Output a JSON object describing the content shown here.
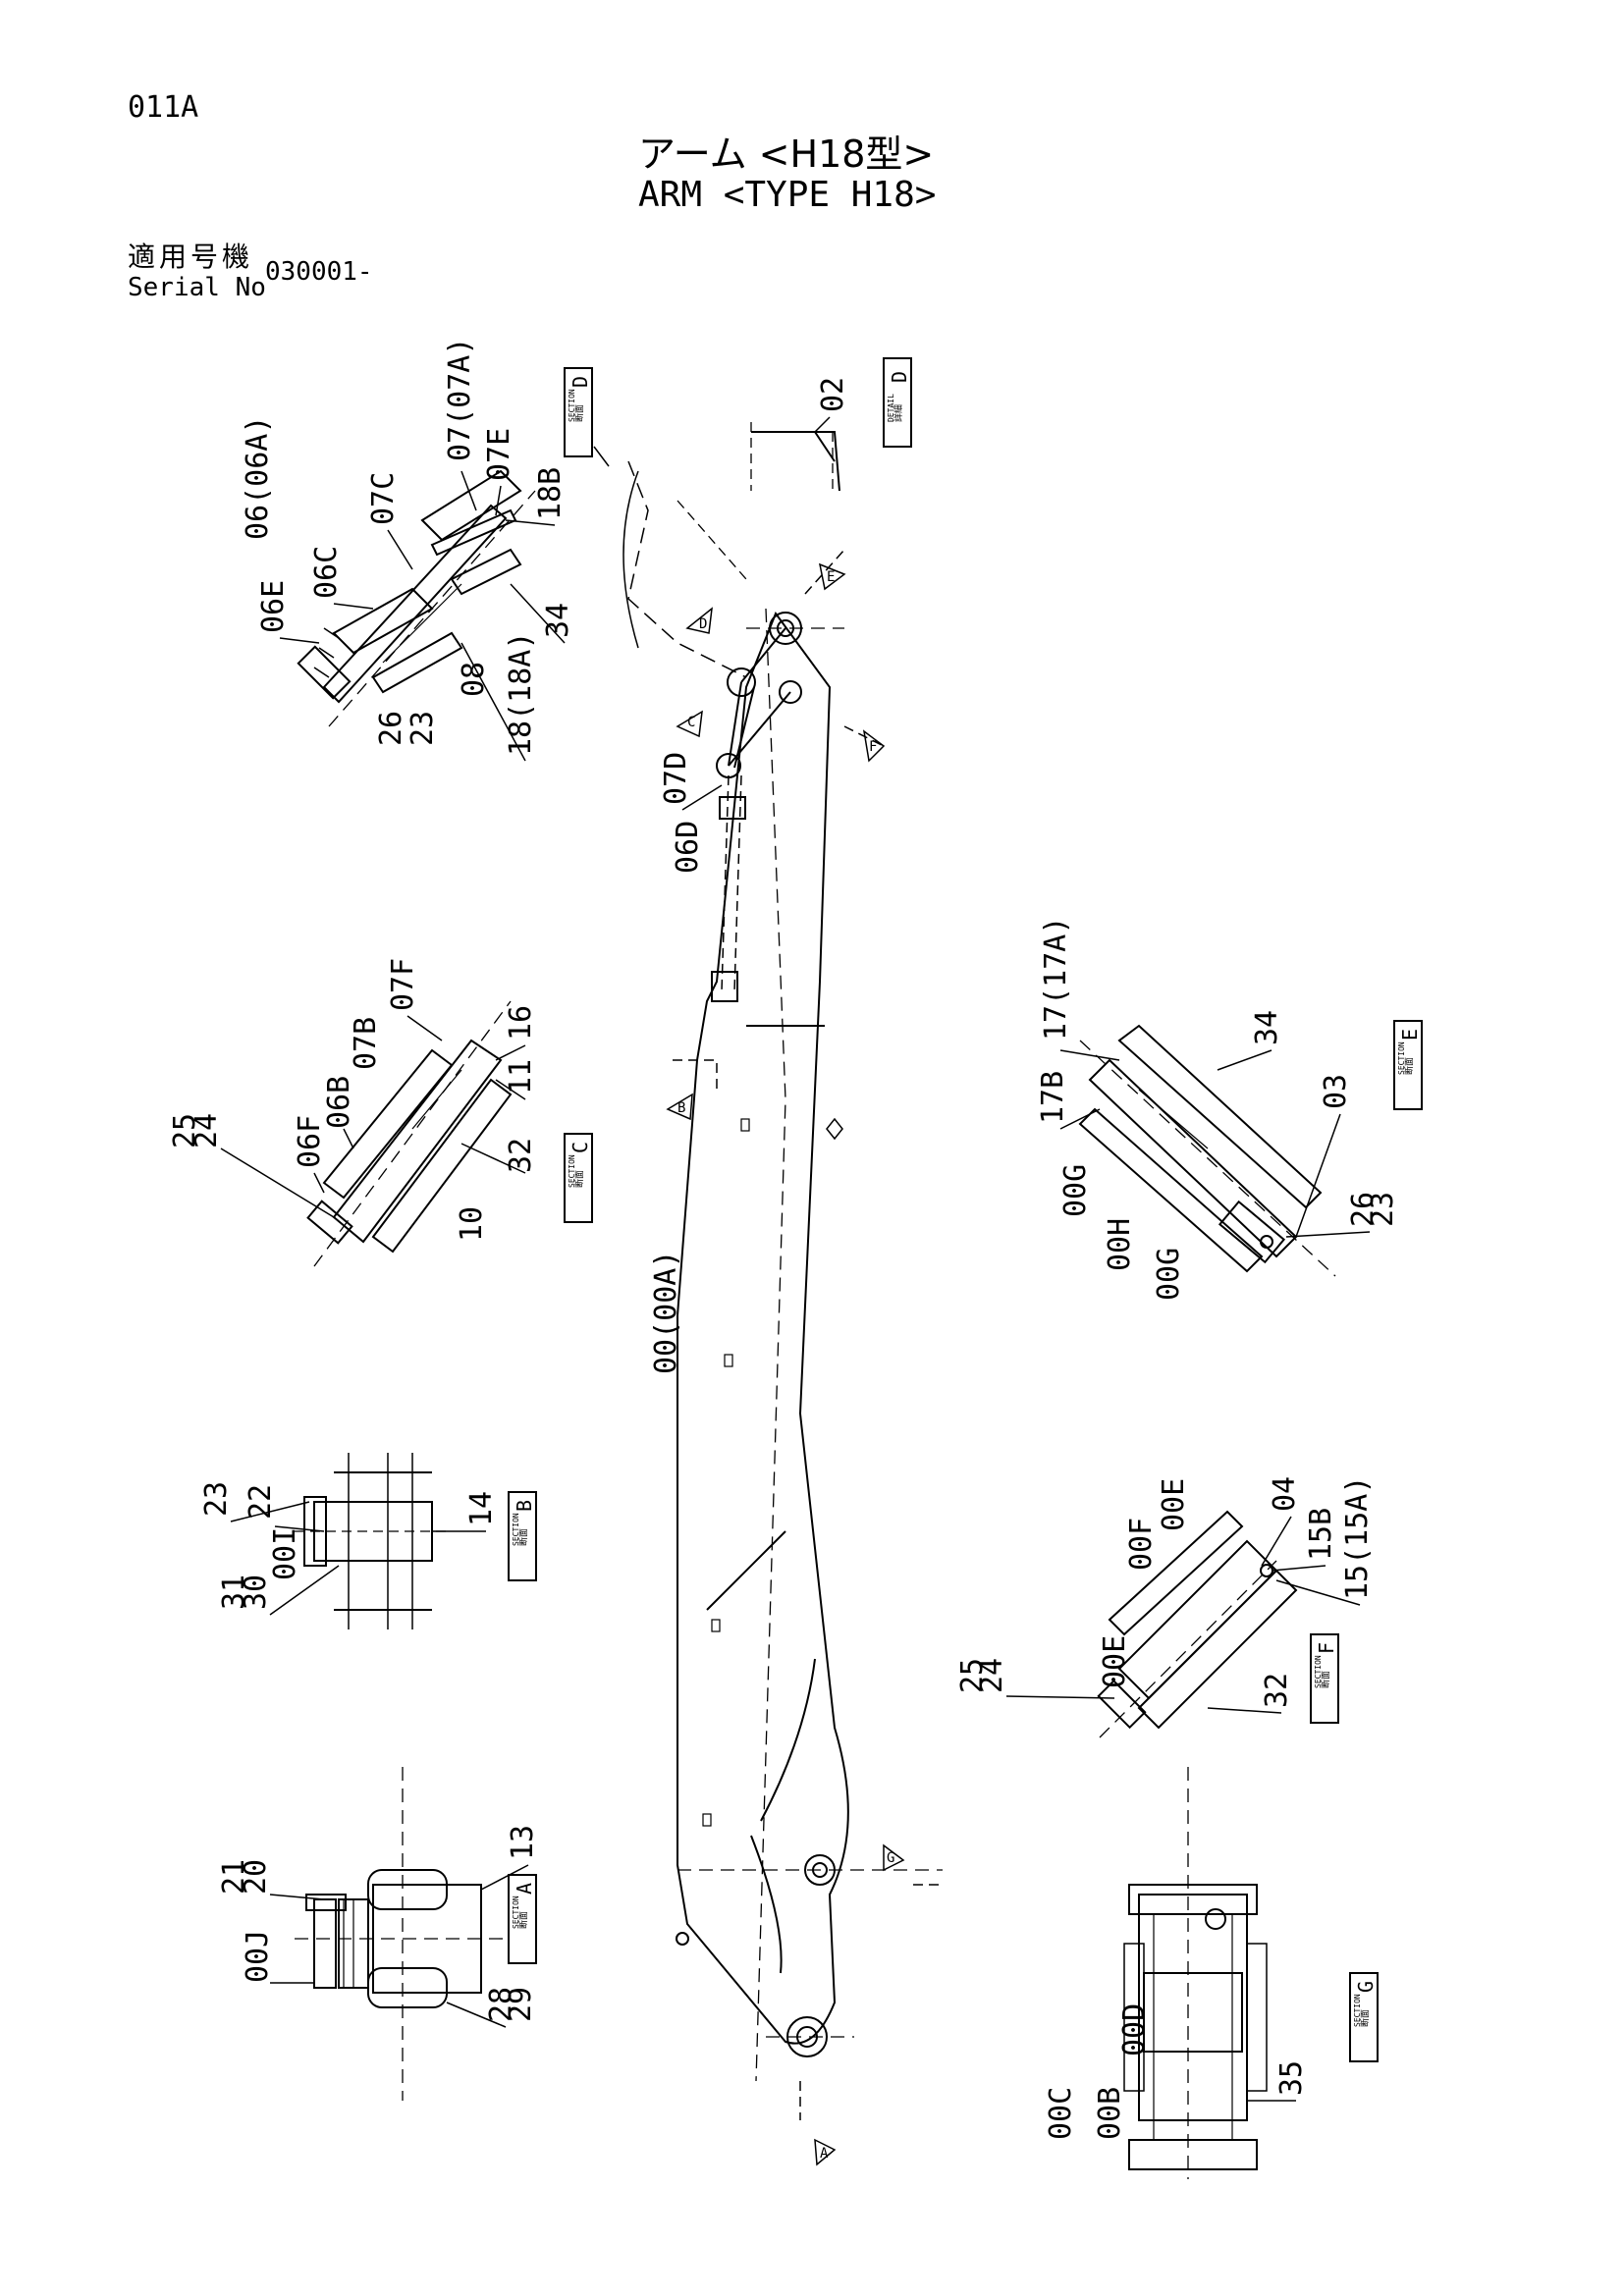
{
  "header": {
    "page_id": "011A",
    "title_jp": "アーム <H18型>",
    "title_en": "ARM <TYPE H18>",
    "serial_label_jp": "適用号機",
    "serial_label_en": "Serial No",
    "serial_value": "030001-"
  },
  "section_tags": {
    "section_word": "SECTION",
    "detail_word": "DETAIL",
    "kanji_section": "断面",
    "kanji_detail": "詳細",
    "a": "A",
    "b": "B",
    "c": "C",
    "d": "D",
    "e": "E",
    "f": "F",
    "g": "G"
  },
  "callouts": {
    "c01": "07(07A)",
    "c02": "07E",
    "c03": "07C",
    "c04": "06(06A)",
    "c05": "06C",
    "c06": "18B",
    "c07": "06E",
    "c08": "34",
    "c09": "08",
    "c10": "26",
    "c11": "23",
    "c12": "18(18A)",
    "c13": "02",
    "c14": "07D",
    "c15": "06D",
    "c16": "07F",
    "c17": "07B",
    "c18": "16",
    "c19": "06B",
    "c20": "11",
    "c21": "06F",
    "c22": "25",
    "c23": "24",
    "c24": "32",
    "c25": "10",
    "c26": "17(17A)",
    "c27": "34",
    "c28": "17B",
    "c29": "03",
    "c30": "00G",
    "c31": "00H",
    "c32": "00G",
    "c33": "26",
    "c34": "23",
    "c35": "00(00A)",
    "c36": "23",
    "c37": "22",
    "c38": "14",
    "c39": "31",
    "c40": "30",
    "c41": "00I",
    "c42": "04",
    "c43": "00E",
    "c44": "00F",
    "c45": "15B",
    "c46": "15(15A)",
    "c47": "25",
    "c48": "24",
    "c49": "00E",
    "c50": "32",
    "c51": "21",
    "c52": "20",
    "c53": "13",
    "c54": "00J",
    "c55": "28",
    "c56": "29",
    "c57": "35",
    "c58": "00D",
    "c59": "00C",
    "c60": "00B"
  }
}
